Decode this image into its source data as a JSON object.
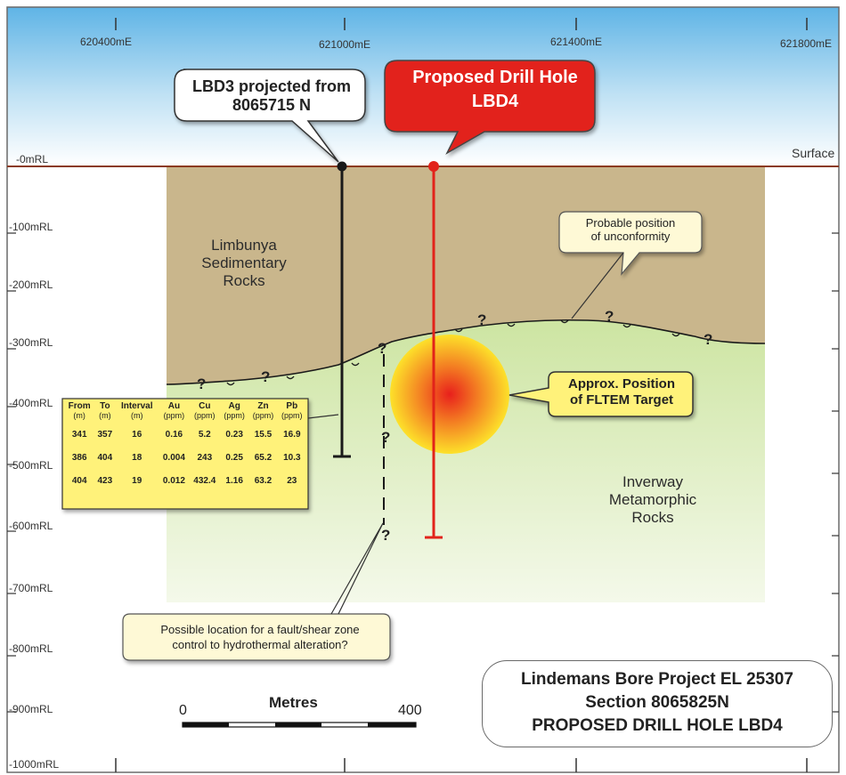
{
  "eastings": [
    "620400mE",
    "621000mE",
    "621400mE",
    "621800mE"
  ],
  "rl_levels": [
    "-0mRL",
    "-100mRL",
    "-200mRL",
    "-300mRL",
    "-400mRL",
    "-500mRL",
    "-600mRL",
    "-700mRL",
    "-800mRL",
    "-900mRL",
    "-1000mRL"
  ],
  "surface_label": "Surface",
  "units": {
    "sedimentary": "Limbunya\nSedimentary\nRocks",
    "metamorphic": "Inverway\nMetamorphic\nRocks"
  },
  "callouts": {
    "lbd3": "LBD3 projected from\n8065715 N",
    "proposed": "Proposed Drill Hole\nLBD4",
    "unconformity": "Probable position\nof unconformity",
    "fltem": "Approx. Position\nof FLTEM Target",
    "fault": "Possible location for a fault/shear zone\ncontrol to hydrothermal alteration?"
  },
  "query_mark": "?",
  "assay_table": {
    "headers": [
      {
        "name": "From",
        "unit": "(m)"
      },
      {
        "name": "To",
        "unit": "(m)"
      },
      {
        "name": "Interval",
        "unit": "(m)"
      },
      {
        "name": "Au",
        "unit": "(ppm)"
      },
      {
        "name": "Cu",
        "unit": "(ppm)"
      },
      {
        "name": "Ag",
        "unit": "(ppm)"
      },
      {
        "name": "Zn",
        "unit": "(ppm)"
      },
      {
        "name": "Pb",
        "unit": "(ppm)"
      }
    ],
    "rows": [
      [
        "341",
        "357",
        "16",
        "0.16",
        "5.2",
        "0.23",
        "15.5",
        "16.9"
      ],
      [
        "386",
        "404",
        "18",
        "0.004",
        "243",
        "0.25",
        "65.2",
        "10.3"
      ],
      [
        "404",
        "423",
        "19",
        "0.012",
        "432.4",
        "1.16",
        "63.2",
        "23"
      ]
    ]
  },
  "scale_bar": {
    "title": "Metres",
    "start": "0",
    "end": "400"
  },
  "title_block": [
    "Lindemans Bore Project EL 25307",
    "Section 8065825N",
    "PROPOSED DRILL HOLE LBD4"
  ],
  "colors": {
    "sky_top": "#5fb4e6",
    "sedimentary": "#c8b48a",
    "metamorphic": "#b9db7c",
    "proposed_hole": "#e2231a",
    "existing_hole": "#1a1a1a",
    "surface_line": "#8b3a1e",
    "callout_yellow": "#fff27a",
    "target_core": "#e8201c"
  }
}
